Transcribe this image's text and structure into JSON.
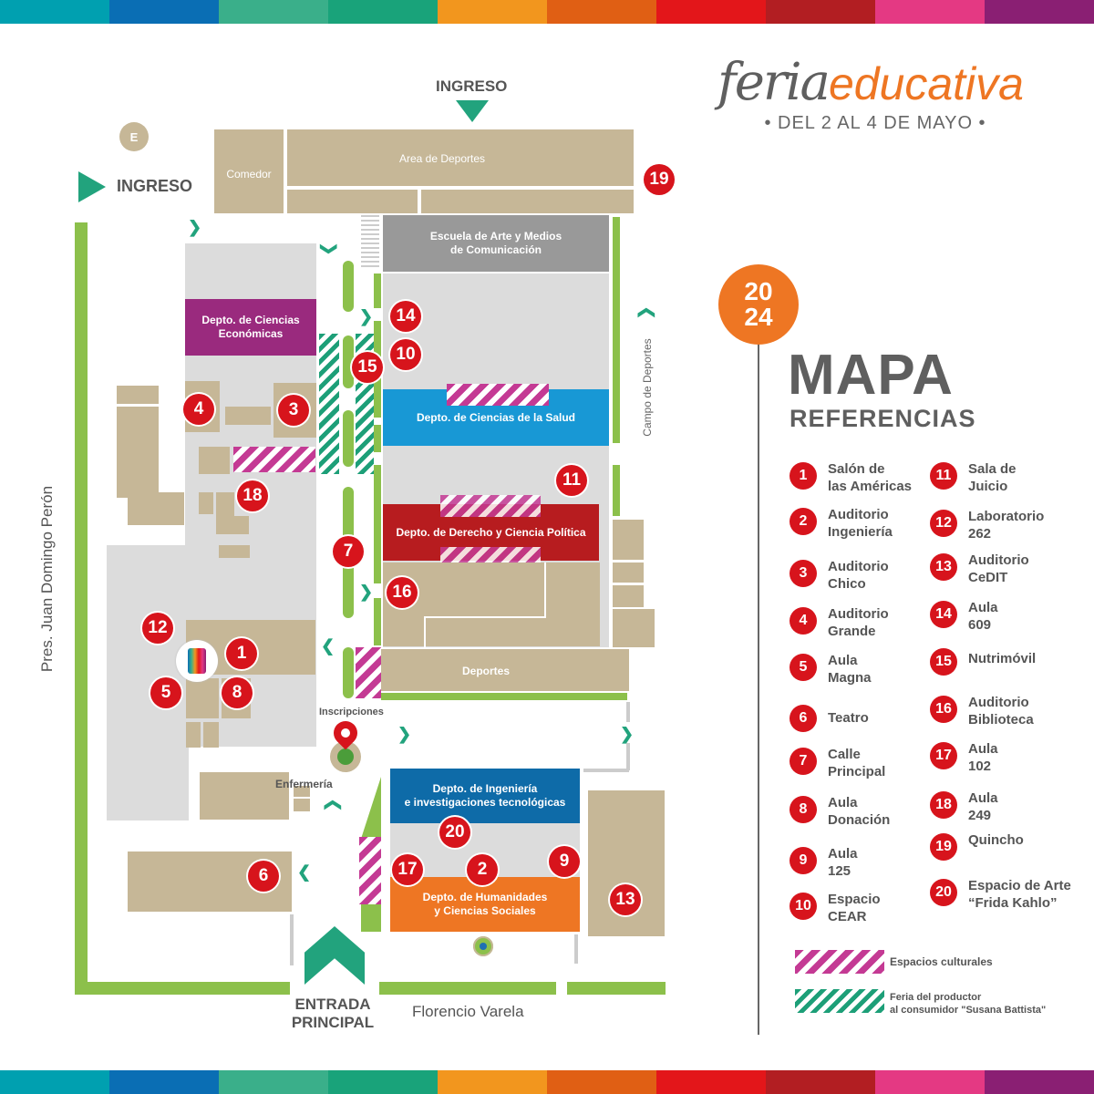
{
  "top_bar_colors": [
    "#00a0b0",
    "#0a6eb4",
    "#3aaf8a",
    "#19a37a",
    "#f2961e",
    "#e05f14",
    "#e3161a",
    "#b21e22",
    "#e43983",
    "#8a1f73"
  ],
  "header": {
    "logo_part1": "feria",
    "logo_part2": "educativa",
    "dates": "• DEL 2 AL 4 DE MAYO •",
    "year_top": "20",
    "year_bottom": "24",
    "title": "MAPA",
    "subtitle": "REFERENCIAS"
  },
  "colors": {
    "orange": "#ee7623",
    "gray_text": "#5f5f5f",
    "pin_red": "#d7141c",
    "building": "#c6b797",
    "path_green": "#8cc04b",
    "arrow_green": "#22a37d"
  },
  "map": {
    "ingreso_top": "INGRESO",
    "ingreso_left": "INGRESO",
    "e_marker": "E",
    "comedor": "Comedor",
    "area_deportes": "Area de Deportes",
    "escuela_arte": "Escuela de Arte y Medios\nde Comunicación",
    "ciencias_economicas": "Depto. de Ciencias\nEconómicas",
    "ciencias_salud": "Depto. de Ciencias de la Salud",
    "derecho": "Depto. de Derecho y Ciencia Política",
    "deportes": "Deportes",
    "campo_deportes": "Campo de Deportes",
    "inscripciones": "Inscripciones",
    "enfermeria": "Enfermería",
    "ingenieria": "Depto. de Ingeniería\ne investigaciones tecnológicas",
    "humanidades": "Depto. de Humanidades\ny Ciencias Sociales",
    "entrada_principal": "ENTRADA\nPRINCIPAL",
    "road_bottom": "Florencio Varela",
    "road_left": "Pres. Juan Domingo Perón"
  },
  "pins": [
    "1",
    "2",
    "3",
    "4",
    "5",
    "6",
    "7",
    "8",
    "9",
    "10",
    "11",
    "12",
    "13",
    "14",
    "15",
    "16",
    "17",
    "18",
    "19",
    "20"
  ],
  "legend": {
    "items": [
      {
        "num": "1",
        "label": "Salón de\nlas Américas"
      },
      {
        "num": "2",
        "label": "Auditorio\nIngeniería"
      },
      {
        "num": "3",
        "label": "Auditorio\nChico"
      },
      {
        "num": "4",
        "label": "Auditorio\nGrande"
      },
      {
        "num": "5",
        "label": "Aula\nMagna"
      },
      {
        "num": "6",
        "label": "Teatro"
      },
      {
        "num": "7",
        "label": "Calle\nPrincipal"
      },
      {
        "num": "8",
        "label": "Aula\nDonación"
      },
      {
        "num": "9",
        "label": "Aula\n125"
      },
      {
        "num": "10",
        "label": "Espacio\nCEAR"
      },
      {
        "num": "11",
        "label": "Sala de\nJuicio"
      },
      {
        "num": "12",
        "label": "Laboratorio\n262"
      },
      {
        "num": "13",
        "label": "Auditorio\nCeDIT"
      },
      {
        "num": "14",
        "label": "Aula\n609"
      },
      {
        "num": "15",
        "label": "Nutrimóvil"
      },
      {
        "num": "16",
        "label": "Auditorio\nBiblioteca"
      },
      {
        "num": "17",
        "label": "Aula\n102"
      },
      {
        "num": "18",
        "label": "Aula\n249"
      },
      {
        "num": "19",
        "label": "Quincho"
      },
      {
        "num": "20",
        "label": "Espacio de Arte\n“Frida Kahlo”"
      }
    ],
    "espacios_culturales": "Espacios culturales",
    "feria_productor": "Feria del productor\nal consumidor \"Susana Battista\""
  }
}
